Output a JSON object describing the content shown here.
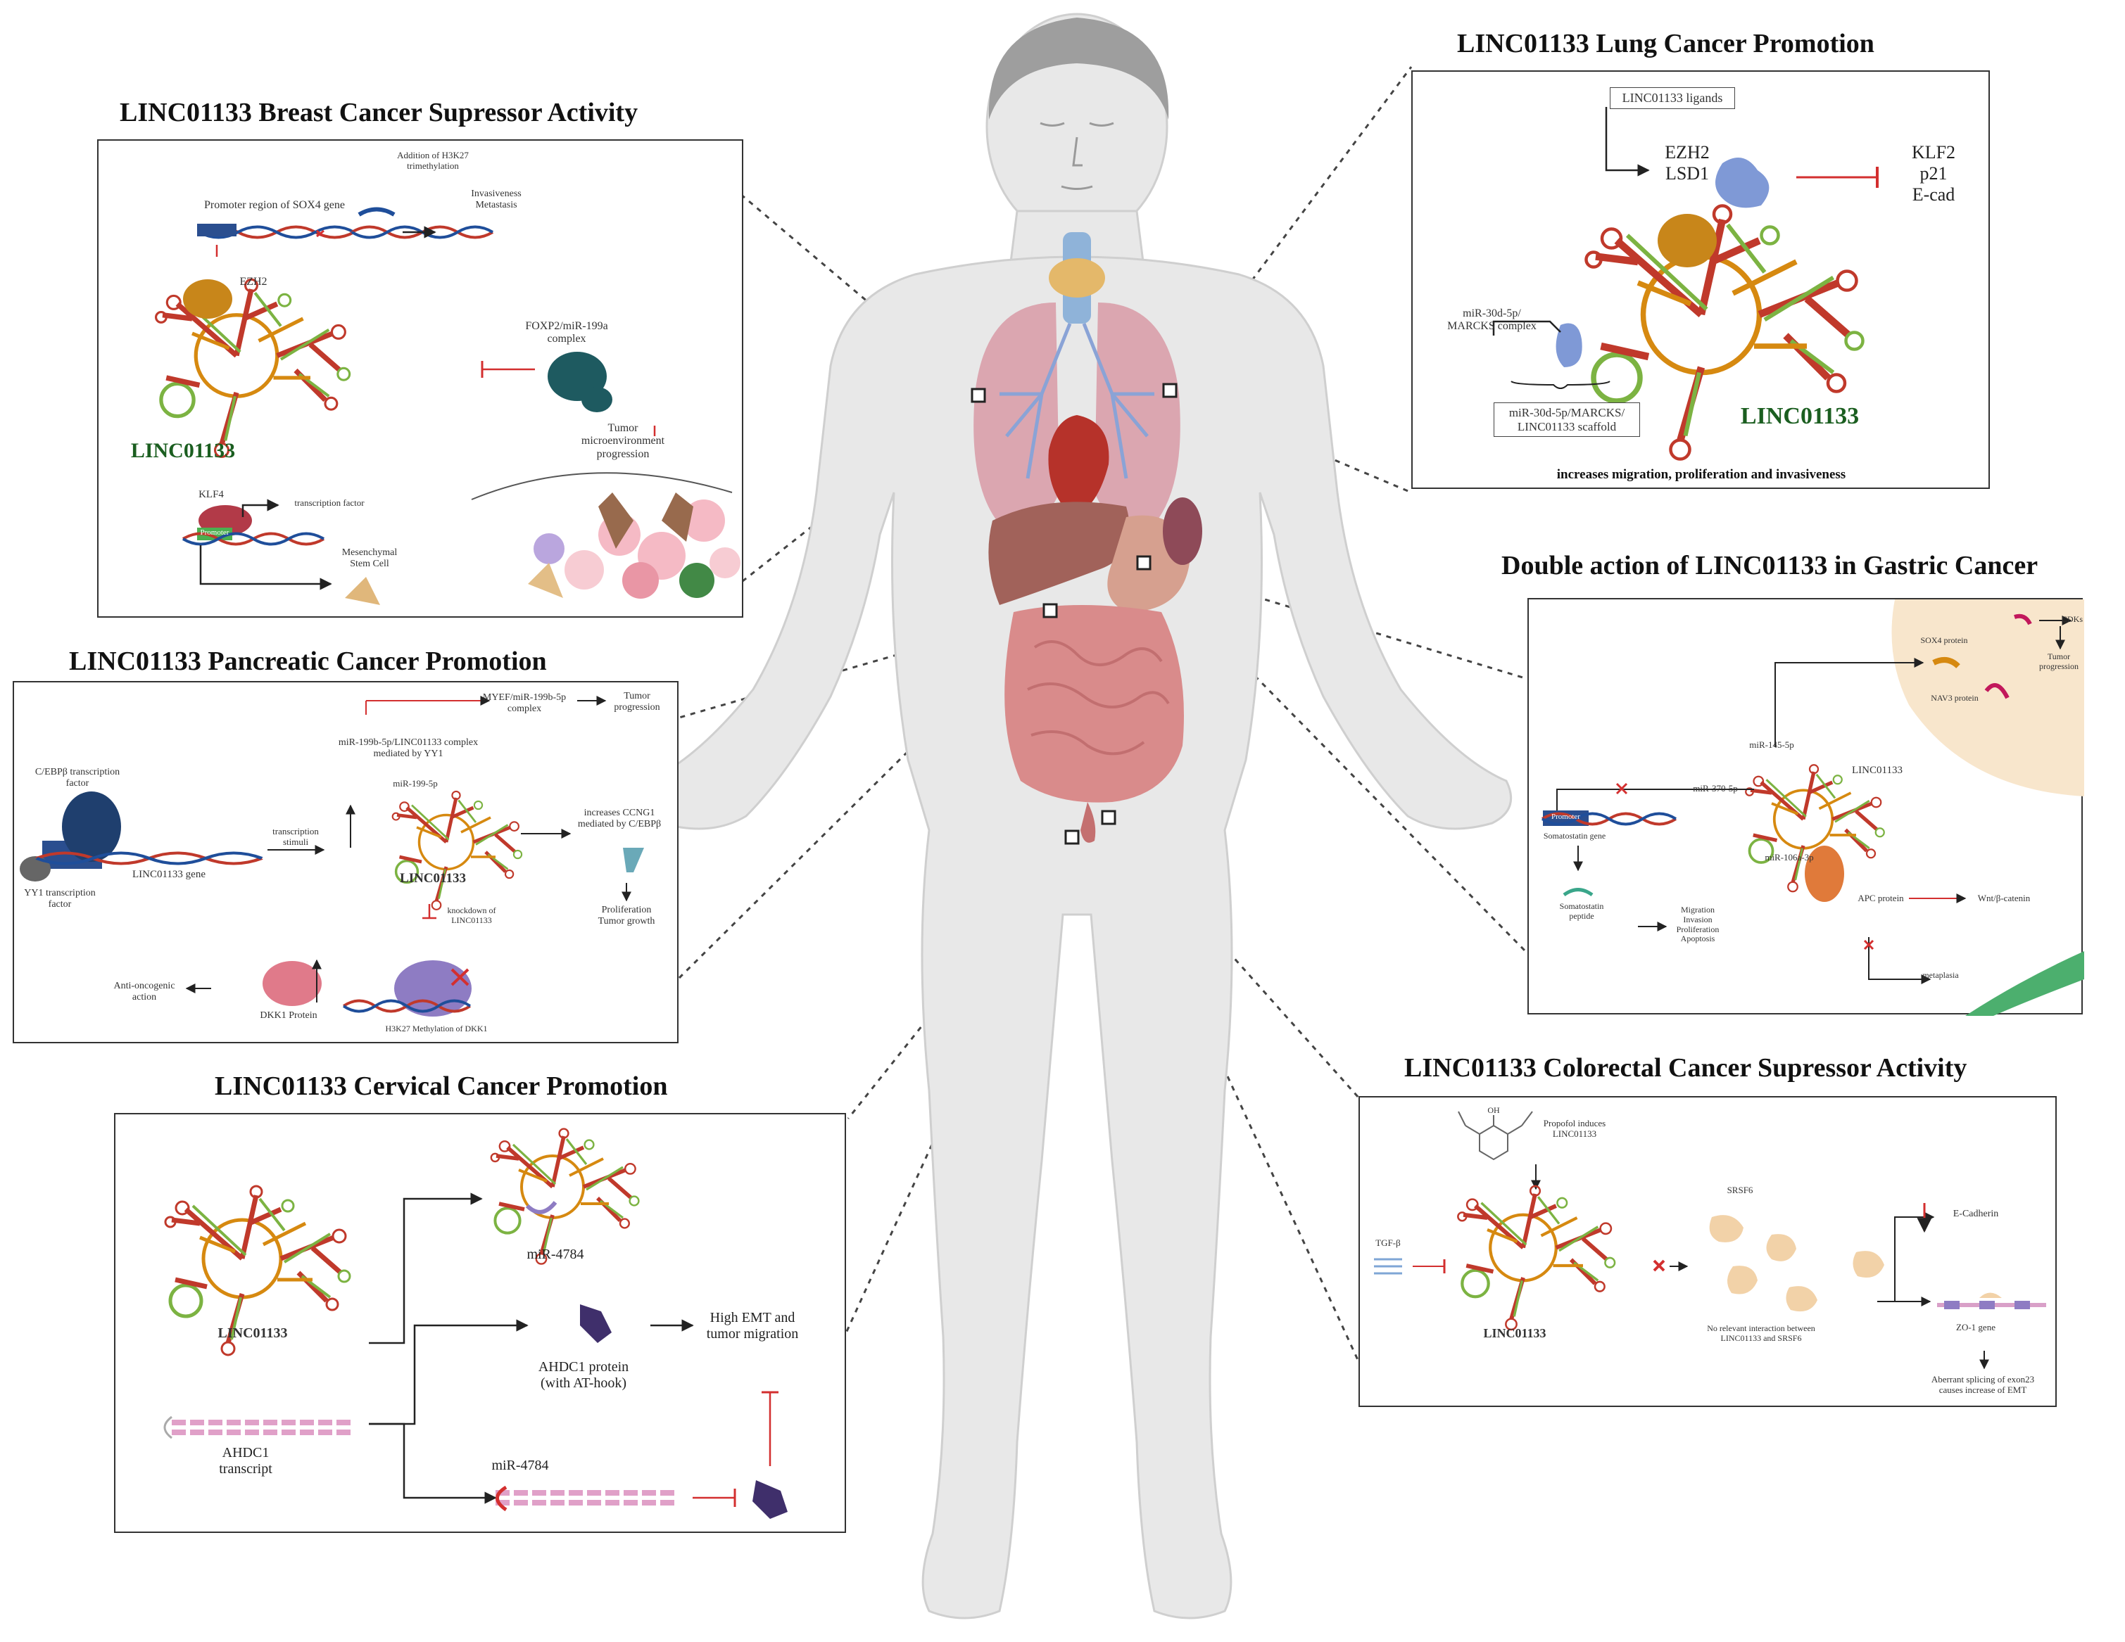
{
  "colors": {
    "body": "#e6e6e6",
    "lung": "#d9a3ae",
    "liver": "#a1625a",
    "intestine": "#d98b8b",
    "rna_red": "#c0392b",
    "rna_green": "#7cb342",
    "rna_orange": "#d68910",
    "ezh2": "#c8861a",
    "protein_blue": "#7f99d6",
    "protein_teal": "#1e5a60",
    "name_green": "#1b5e20",
    "inhibit_red": "#d32f2f"
  },
  "breast": {
    "title": "LINC01133 Breast Cancer Supressor Activity",
    "h3k27": "Addition of H3K27 trimethylation",
    "promoter_sox4": "Promoter region of SOX4 gene",
    "invasion": "Invasiveness Metastasis",
    "ezh2": "EZH2",
    "foxp2": "FOXP2/miR-199a complex",
    "linc": "LINC01133",
    "tumor_micro": "Tumor microenvironment progression",
    "klf4": "KLF4",
    "promoter": "Promoter",
    "transcription_factor": "transcription factor",
    "msc": "Mesenchymal Stem Cell"
  },
  "lung": {
    "title": "LINC01133 Lung Cancer Promotion",
    "ligands": "LINC01133 ligands",
    "ezh2": "EZH2",
    "lsd1": "LSD1",
    "klf2": "KLF2",
    "p21": "p21",
    "ecad": "E-cad",
    "mir30": "miR-30d-5p/ MARCKS complex",
    "scaffold": "miR-30d-5p/MARCKS/ LINC01133 scaffold",
    "linc": "LINC01133",
    "bottom": "increases migration, proliferation and invasiveness"
  },
  "pancreatic": {
    "title": "LINC01133 Pancreatic Cancer Promotion",
    "myef": "MYEF/miR-199b-5p complex",
    "tumor_prog": "Tumor progression",
    "mir_complex": "miR-199b-5p/LINC01133 complex mediated by YY1",
    "cebp": "C/EBPβ transcription factor",
    "yy1": "YY1 transcription factor",
    "gene": "LINC01133 gene",
    "stimuli": "transcription stimuli",
    "mir199": "miR-199-5p",
    "linc": "LINC01133",
    "ccng1": "increases CCNG1 mediated by C/EBPβ",
    "prolif": "Proliferation Tumor growth",
    "knockdown": "knockdown of LINC01133",
    "anti": "Anti-oncogenic action",
    "dkk1": "DKK1 Protein",
    "h3k27": "H3K27 Methylation of DKK1"
  },
  "gastric": {
    "title": "Double action of LINC01133 in Gastric Cancer",
    "sox4": "SOX4 protein",
    "nav": "NAV3 protein",
    "cdk": "CDKs",
    "tumor_prog": "Tumor progression",
    "mir145": "miR-145-5p",
    "linc": "LINC01133",
    "mir370": "miR-370-5p",
    "mir106": "miR-106a-3p",
    "promoter": "Promoter",
    "somato_gene": "Somatostatin gene",
    "apc": "APC protein",
    "wnt": "Wnt/β-catenin",
    "somato_pep": "Somatostatin peptide",
    "effects": "Migration Invasion Proliferation Apoptosis",
    "metaplasia": "metaplasia"
  },
  "cervical": {
    "title": "LINC01133 Cervical Cancer Promotion",
    "linc": "LINC01133",
    "mir4784_top": "miR-4784",
    "ahdc1_protein": "AHDC1 protein (with AT-hook)",
    "emt": "High EMT and tumor migration",
    "ahdc1_transcript": "AHDC1 transcript",
    "mir4784_bottom": "miR-4784"
  },
  "colorectal": {
    "title": "LINC01133 Colorectal Cancer Supressor Activity",
    "oh": "OH",
    "propofol": "Propofol induces LINC01133",
    "tgf": "TGF-β",
    "srsf6": "SRSF6",
    "ecadherin": "E-Cadherin",
    "linc": "LINC01133",
    "no_interaction": "No relevant interaction between LINC01133 and SRSF6",
    "zo1": "ZO-1 gene",
    "aberrant": "Aberrant splicing of exon23 causes increase of EMT"
  }
}
